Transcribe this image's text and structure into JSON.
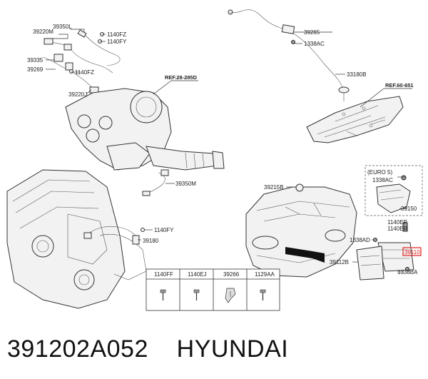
{
  "parts": {
    "p39350L": "39350L",
    "p39220M": "39220M",
    "p1140FZ_a": "1140FZ",
    "p1140FY_a": "1140FY",
    "p39335": "39335",
    "p39269": "39269",
    "p1140FZ_b": "1140FZ",
    "p39220J": "39220J",
    "p39265": "39265",
    "p1338AC_a": "1338AC",
    "p33180B": "33180B",
    "p39350M": "39350M",
    "p1140FY_b": "1140FY",
    "p39180": "39180",
    "p39215B": "39215B",
    "euro5": "(EURO 5)",
    "p1338AC_b": "1338AC",
    "p39150": "39150",
    "p1140EP": "1140EP",
    "p1140ER": "1140ER",
    "p1338AD": "1338AD",
    "p39110": "39110",
    "p39112B": "39112B",
    "p1338BA": "1338BA"
  },
  "refs": {
    "ref_a": "REF.28-285D",
    "ref_b": "REF.60-651"
  },
  "table": {
    "headers": [
      "1140FF",
      "1140EJ",
      "39266",
      "1129AA"
    ]
  },
  "footer": {
    "part_number": "391202A052",
    "brand": "HYUNDAI"
  },
  "colors": {
    "highlight": "#e02020",
    "line": "#333333"
  }
}
